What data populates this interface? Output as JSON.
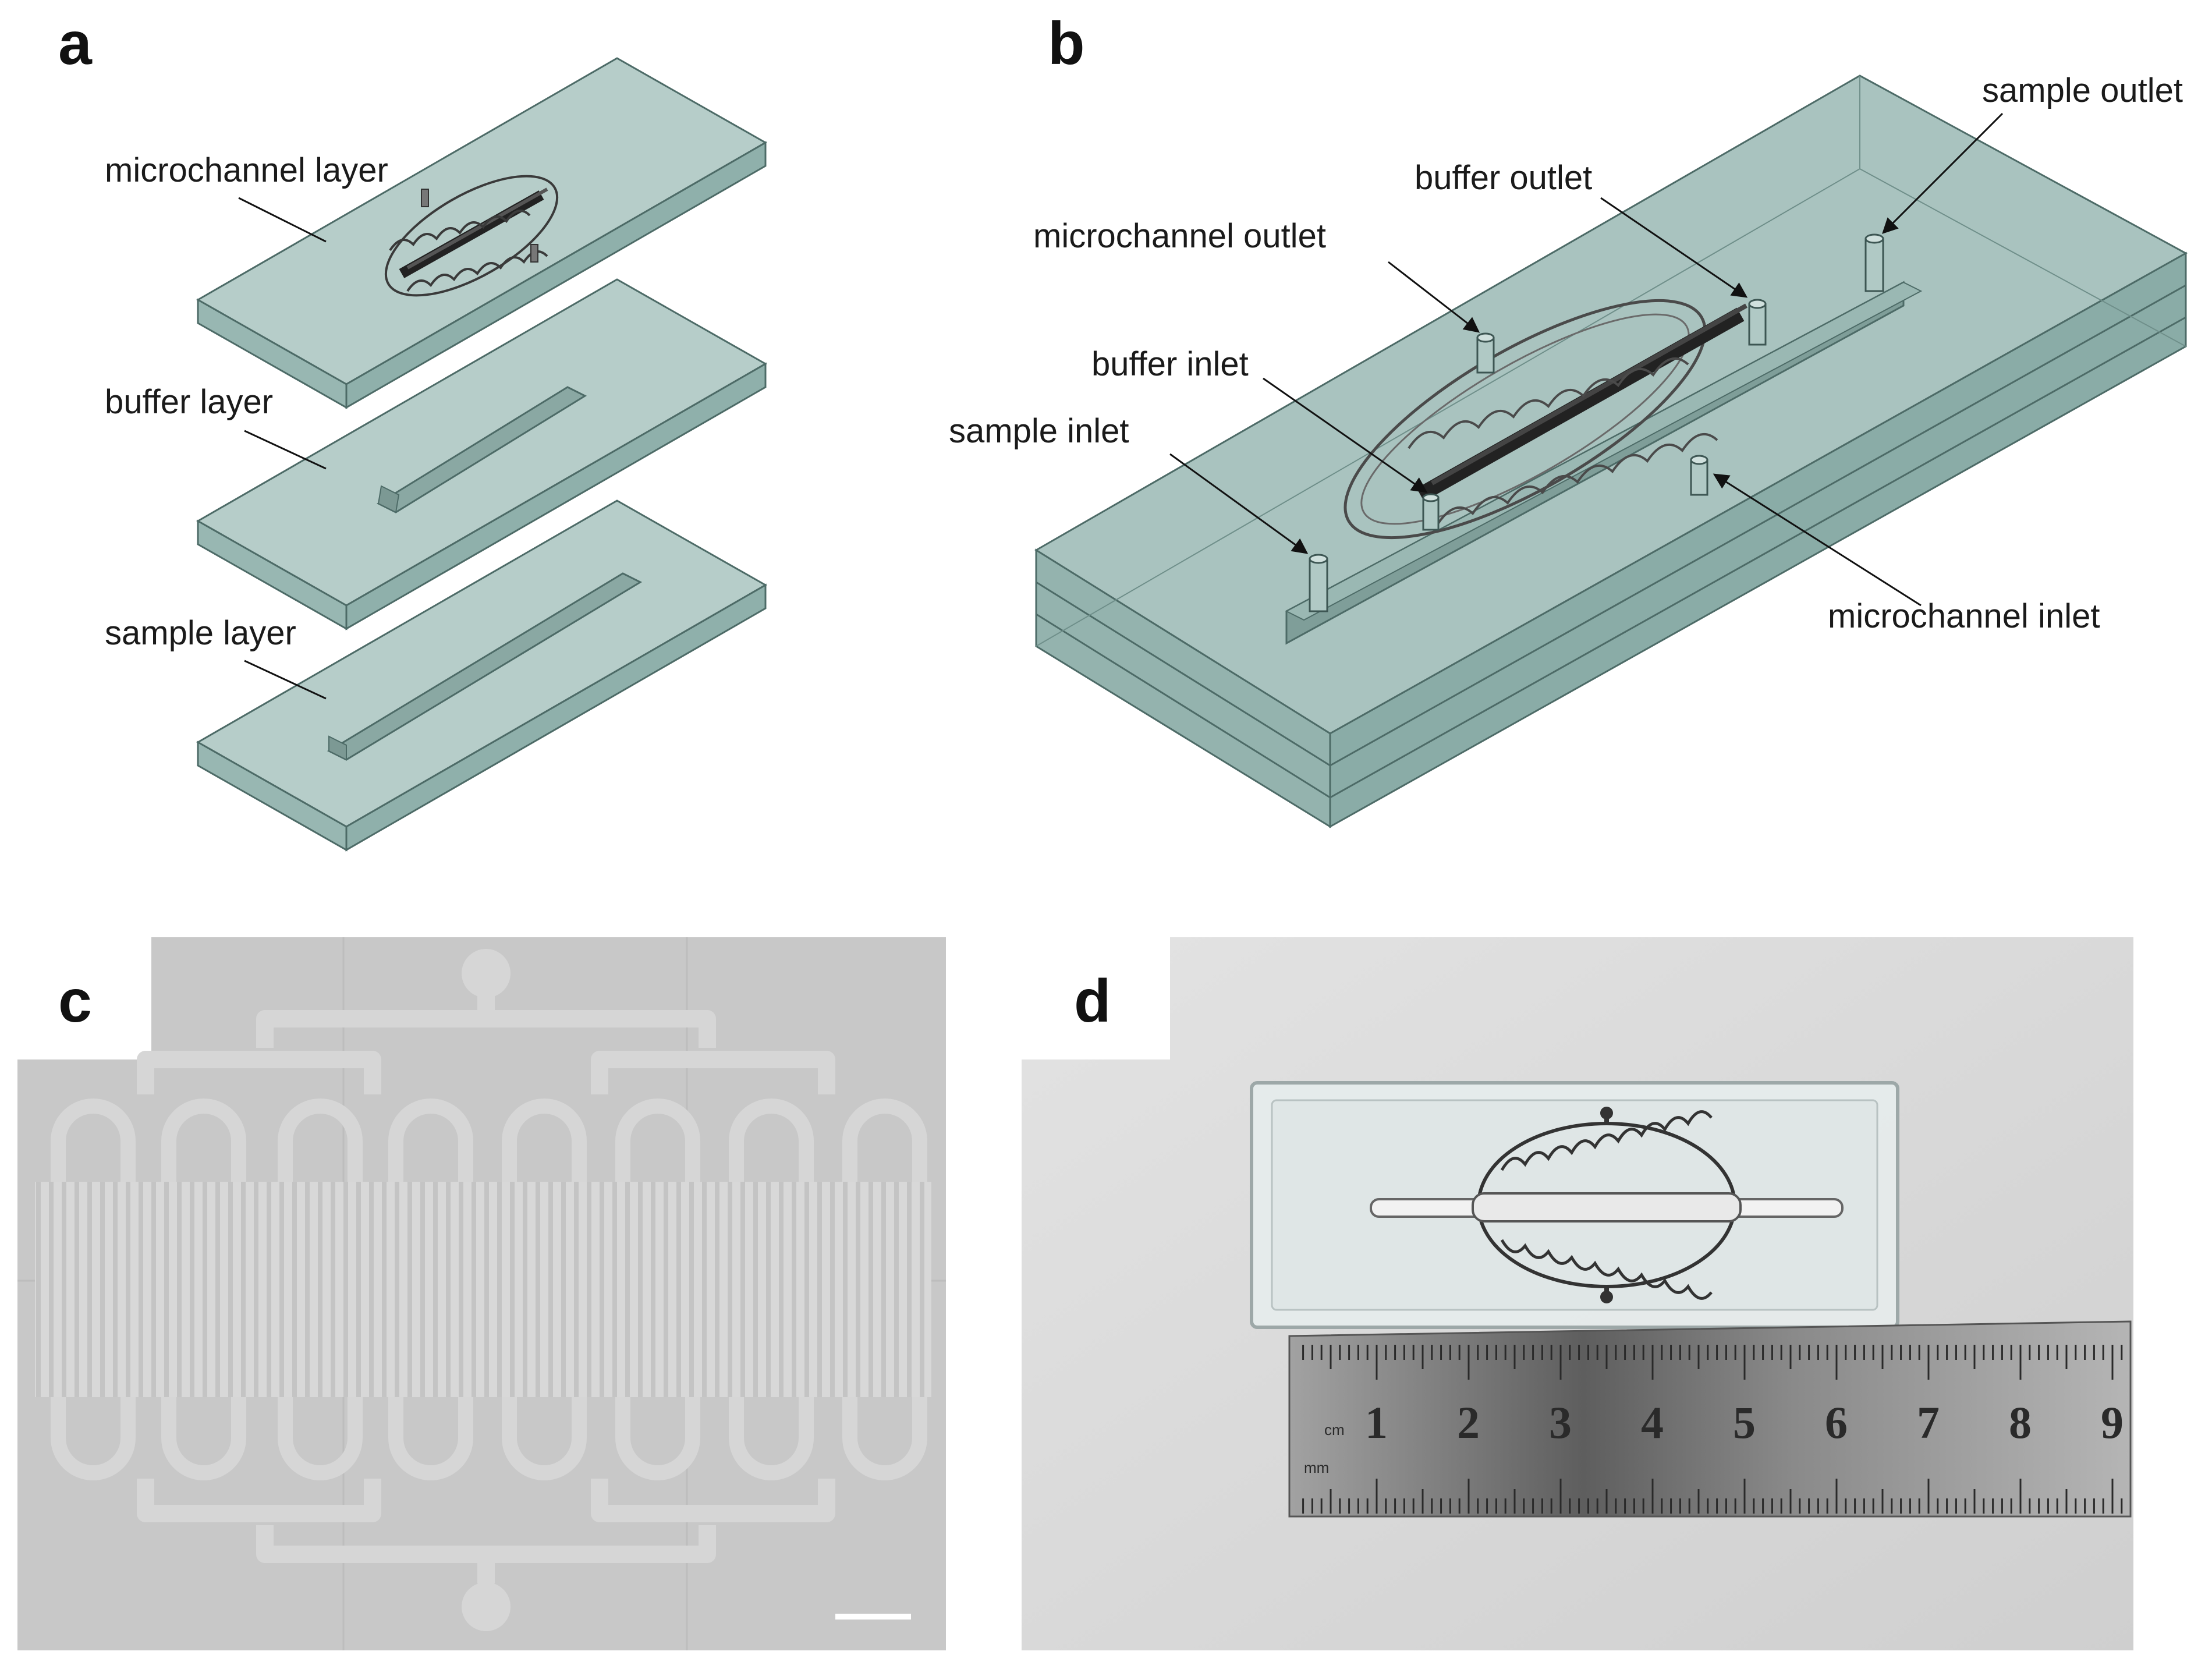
{
  "panels": {
    "a": {
      "letter": "a",
      "labels": {
        "microchannel_layer": "microchannel layer",
        "buffer_layer": "buffer layer",
        "sample_layer": "sample layer"
      }
    },
    "b": {
      "letter": "b",
      "labels": {
        "sample_outlet": "sample outlet",
        "buffer_outlet": "buffer outlet",
        "microchannel_outlet": "microchannel outlet",
        "buffer_inlet": "buffer inlet",
        "sample_inlet": "sample inlet",
        "microchannel_inlet": "microchannel inlet"
      }
    },
    "c": {
      "letter": "c"
    },
    "d": {
      "letter": "d",
      "ruler": {
        "cm_label": "cm",
        "mm_label": "mm",
        "numbers": [
          "1",
          "2",
          "3",
          "4",
          "5",
          "6",
          "7",
          "8",
          "9"
        ]
      }
    }
  },
  "colors": {
    "slab_top": "#b6cdc9",
    "slab_side": "#8fb0ab",
    "slab_edge": "#4d6b67",
    "micrograph_bg": "#c8c8c8",
    "channel_light": "#d3d3d3",
    "photo_bg": "#dcdcdc",
    "ruler_steel": "#8c8c8c"
  }
}
